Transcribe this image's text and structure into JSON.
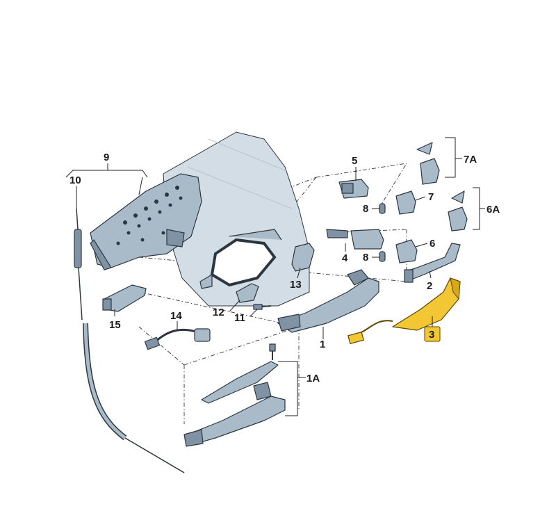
{
  "labels": {
    "p1": "1",
    "p1A": "1A",
    "p2": "2",
    "p3": "3",
    "p4": "4",
    "p5": "5",
    "p6": "6",
    "p6A": "6A",
    "p7": "7",
    "p7A": "7A",
    "p8a": "8",
    "p8b": "8",
    "p9": "9",
    "p10": "10",
    "p11": "11",
    "p12": "12",
    "p13": "13",
    "p14": "14",
    "p15": "15"
  },
  "highlight": {
    "part": "3",
    "color": "#f2c733"
  },
  "colors": {
    "part_fill": "#a9bac8",
    "part_stroke": "#2b3640",
    "background": "#ffffff"
  }
}
